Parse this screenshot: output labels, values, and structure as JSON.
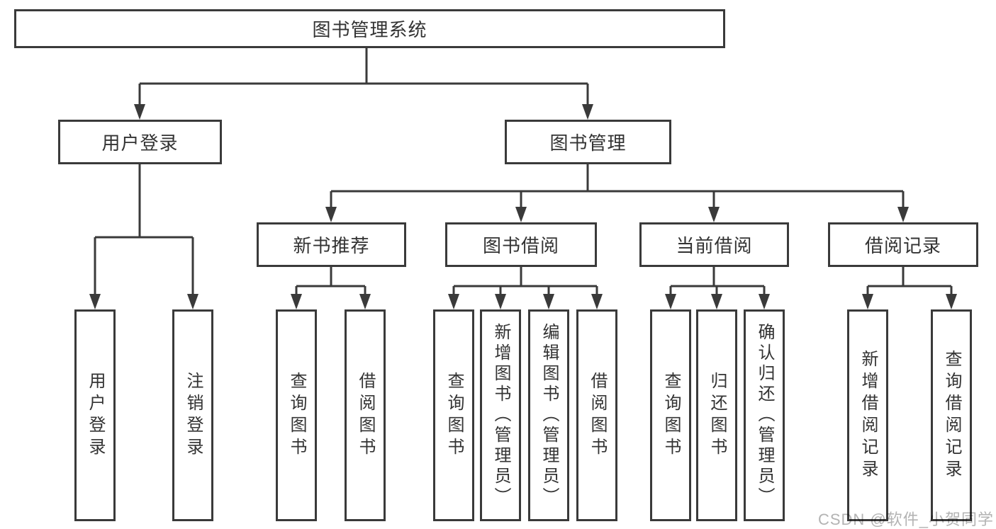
{
  "diagram": {
    "root": {
      "label": "图书管理系统"
    },
    "level2": {
      "user_login": {
        "label": "用户登录"
      },
      "book_mgmt": {
        "label": "图书管理"
      }
    },
    "level3": {
      "new_book_rec": {
        "label": "新书推荐"
      },
      "book_borrow": {
        "label": "图书借阅"
      },
      "current_borrow": {
        "label": "当前借阅"
      },
      "borrow_record": {
        "label": "借阅记录"
      }
    },
    "leaves": {
      "user_login": {
        "label": "用户登录"
      },
      "logout": {
        "label": "注销登录"
      },
      "rec_query_book": {
        "label": "查询图书"
      },
      "rec_borrow_book": {
        "label": "借阅图书"
      },
      "bb_query_book": {
        "label": "查询图书"
      },
      "bb_add_book": {
        "label": "新增图书（管理员）"
      },
      "bb_edit_book": {
        "label": "编辑图书（管理员）"
      },
      "bb_borrow_book": {
        "label": "借阅图书"
      },
      "cb_query_book": {
        "label": "查询图书"
      },
      "cb_return_book": {
        "label": "归还图书"
      },
      "cb_confirm_return": {
        "label": "确认归还（管理员）"
      },
      "br_add_record": {
        "label": "新增借阅记录"
      },
      "br_query_record": {
        "label": "查询借阅记录"
      }
    }
  },
  "watermark": {
    "text": "CSDN @软件_小贺同学"
  },
  "colors": {
    "line": "#3a3a3a",
    "text": "#333333",
    "watermark": "#b3b3b3",
    "background": "#ffffff"
  }
}
